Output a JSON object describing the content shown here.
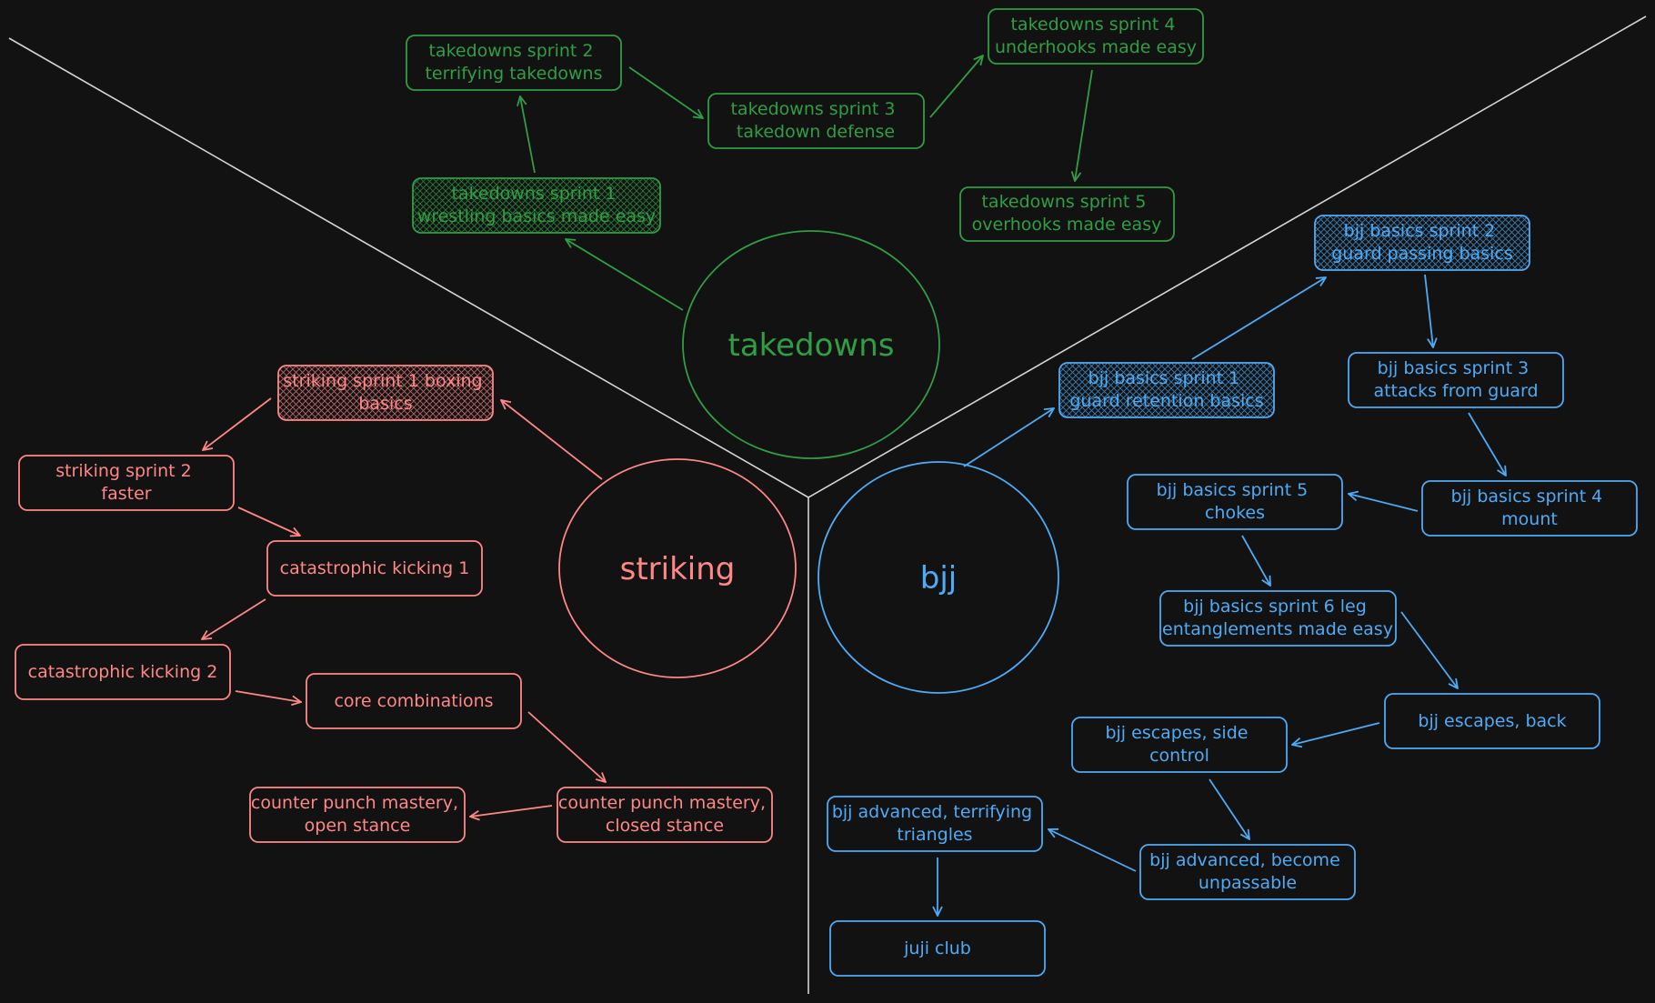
{
  "colors": {
    "background": "#121212",
    "divider": "#d4d4d4",
    "takedowns": "#2f9e44",
    "striking": "#ff8787",
    "bjj": "#4dabf7"
  },
  "hubs": {
    "takedowns": "takedowns",
    "striking": "striking",
    "bjj": "bjj"
  },
  "takedowns": {
    "sprint1": [
      "takedowns sprint 1",
      "wrestling basics made easy"
    ],
    "sprint2": [
      "takedowns sprint 2",
      "terrifying takedowns"
    ],
    "sprint3": [
      "takedowns sprint 3",
      "takedown defense"
    ],
    "sprint4": [
      "takedowns sprint 4",
      "underhooks made easy"
    ],
    "sprint5": [
      "takedowns sprint 5",
      "overhooks made easy"
    ]
  },
  "striking": {
    "sprint1": [
      "striking sprint 1 boxing",
      "basics"
    ],
    "sprint2": [
      "striking sprint 2",
      "faster"
    ],
    "kicking1": [
      "catastrophic kicking 1"
    ],
    "kicking2": [
      "catastrophic kicking 2"
    ],
    "core": [
      "core combinations"
    ],
    "counter_closed": [
      "counter punch mastery,",
      "closed stance"
    ],
    "counter_open": [
      "counter punch mastery,",
      "open stance"
    ]
  },
  "bjj": {
    "sprint1": [
      "bjj basics sprint 1",
      "guard retention basics"
    ],
    "sprint2": [
      "bjj basics sprint 2",
      "guard passing basics"
    ],
    "sprint3": [
      "bjj basics sprint 3",
      "attacks from guard"
    ],
    "sprint4": [
      "bjj basics sprint 4",
      "mount"
    ],
    "sprint5": [
      "bjj basics sprint 5",
      "chokes"
    ],
    "sprint6": [
      "bjj basics sprint 6 leg",
      "entanglements made easy"
    ],
    "escapes_back": [
      "bjj escapes, back"
    ],
    "escapes_side": [
      "bjj escapes, side",
      "control"
    ],
    "adv_unpassable": [
      "bjj advanced, become",
      "unpassable"
    ],
    "adv_triangles": [
      "bjj advanced, terrifying",
      "triangles"
    ],
    "juji": [
      "juji club"
    ]
  }
}
